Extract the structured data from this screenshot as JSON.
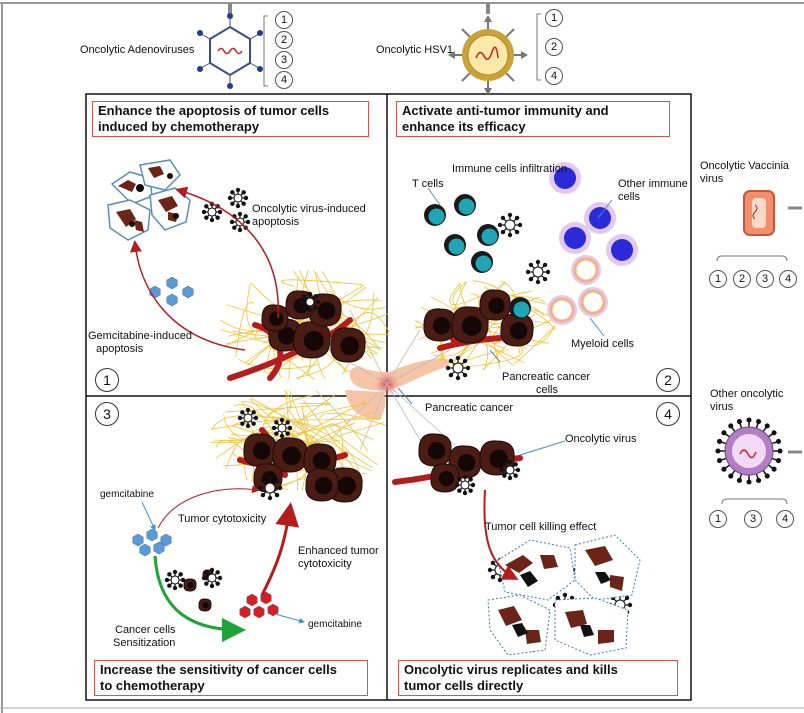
{
  "viruses": {
    "adenovirus": {
      "label": "Oncolytic Adenoviruses",
      "numbers": [
        "1",
        "2",
        "3",
        "4"
      ]
    },
    "hsv1": {
      "label": "Oncolytic HSV1",
      "numbers": [
        "1",
        "2",
        "4"
      ]
    },
    "vaccinia": {
      "label_line1": "Oncolytic Vaccinia",
      "label_line2": "virus",
      "numbers": [
        "1",
        "2",
        "3",
        "4"
      ]
    },
    "other": {
      "label_line1": "Other oncolytic",
      "label_line2": "virus",
      "numbers": [
        "1",
        "3",
        "4"
      ]
    }
  },
  "quadrants": {
    "q1": {
      "number": "1",
      "title_line1": "Enhance the apoptosis of tumor cells",
      "title_line2": "induced by chemotherapy",
      "virus_apoptosis_line1": "Oncolytic virus-induced",
      "virus_apoptosis_line2": "apoptosis",
      "gem_apoptosis_line1": "Gemcitabine-induced",
      "gem_apoptosis_line2": "apoptosis"
    },
    "q2": {
      "number": "2",
      "title_line1": "Activate anti-tumor immunity and",
      "title_line2": "enhance its efficacy",
      "infiltration": "Immune cells infiltration",
      "t_cells": "T cells",
      "other_immune_line1": "Other immune",
      "other_immune_line2": "cells",
      "myeloid": "Myeloid cells",
      "pancreatic_cells_line1": "Pancreatic cancer",
      "pancreatic_cells_line2": "cells"
    },
    "q3": {
      "number": "3",
      "title_line1": "Increase the sensitivity of cancer cells",
      "title_line2": "to chemotherapy",
      "gemcitabine_top": "gemcitabine",
      "tumor_cytotoxicity": "Tumor cytotoxicity",
      "enhanced_line1": "Enhanced tumor",
      "enhanced_line2": "cytotoxicity",
      "gemcitabine_bottom": "gemcitabine",
      "sensitization_line1": "Cancer cells",
      "sensitization_line2": "Sensitization"
    },
    "q4": {
      "number": "4",
      "title_line1": "Oncolytic virus replicates and kills",
      "title_line2": "tumor cells directly",
      "oncolytic_virus": "Oncolytic virus",
      "killing_effect": "Tumor cell killing effect"
    }
  },
  "center": {
    "pancreatic_cancer": "Pancreatic cancer"
  },
  "colors": {
    "tumor_cell": "#4a1c14",
    "tumor_nucleus": "#140706",
    "vessel": "#b51c1c",
    "matrix": "#f0c232",
    "gemcitabine_blue": "#5b9bd5",
    "gemcitabine_red": "#d62020",
    "t_cell": "#1fa5b6",
    "immune_cell": "#2a2ad8",
    "myeloid": "#f4b183",
    "arrow_green": "#1fa33a",
    "title_border": "#d9534f",
    "pancreas": "#f6c5a8"
  }
}
